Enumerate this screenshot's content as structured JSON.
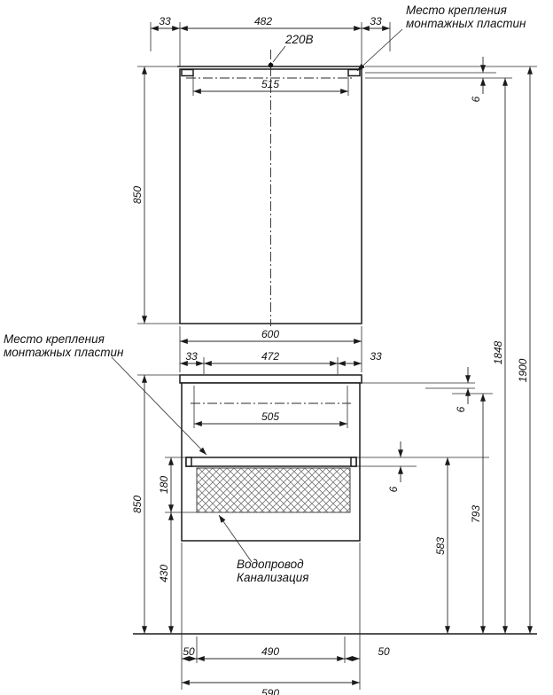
{
  "drawing": {
    "annotations": {
      "mount_top_l1": "Место крепления",
      "mount_top_l2": "монтажных пластин",
      "mount_left_l1": "Место крепления",
      "mount_left_l2": "монтажных пластин",
      "power": "220В",
      "plumbing_l1": "Водопровод",
      "plumbing_l2": "Канализация"
    },
    "dims": {
      "top_left": "33",
      "top_span": "482",
      "top_right": "33",
      "mirror_inner": "515",
      "mirror_gap": "6",
      "mirror_height": "850",
      "vanity_width": "600",
      "vanity_left": "33",
      "vanity_span": "472",
      "vanity_right": "33",
      "vanity_inner": "505",
      "vanity_gap": "6",
      "rail_gap": "6",
      "hatch_height": "180",
      "vanity_height": "850",
      "rail_floor": "583",
      "mid_floor": "793",
      "hatch_floor": "430",
      "mount_total": "1848",
      "total": "1900",
      "bot_left": "50",
      "bot_span": "490",
      "bot_right": "50",
      "bot_width": "590"
    }
  }
}
